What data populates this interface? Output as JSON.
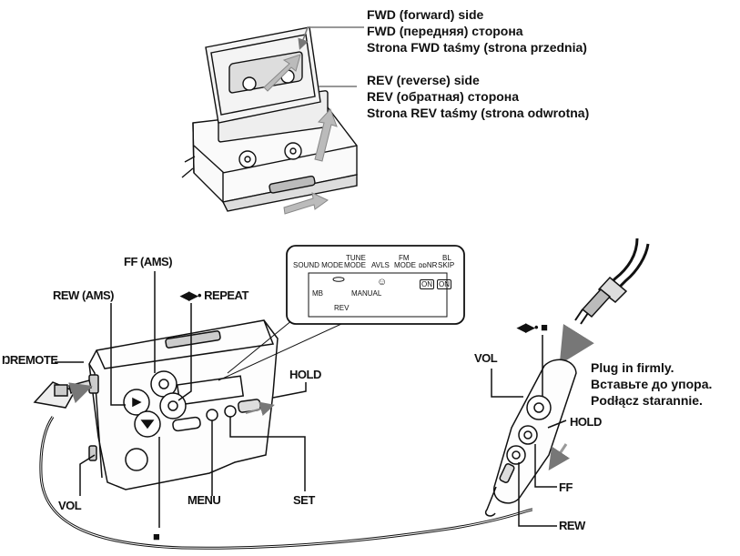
{
  "top_labels": {
    "fwd_side": [
      "FWD (forward) side",
      "FWD (передняя) сторона",
      "Strona FWD taśmy (strona przednia)"
    ],
    "rev_side": [
      "REV (reverse) side",
      "REV (обратная) сторона",
      "Strona REV taśmy (strona odwrotna)"
    ]
  },
  "player_labels": {
    "ff_ams": "FF (AMS)",
    "rew_ams": "REW (AMS)",
    "play_repeat": "◀▶• REPEAT",
    "remote": "ŊREMOTE",
    "hold": "HOLD",
    "vol": "VOL",
    "menu": "MENU",
    "set": "SET",
    "stop": "■"
  },
  "display_panel": {
    "sound_mode": "SOUND MODE",
    "tune_mode": [
      "TUNE",
      "MODE"
    ],
    "avls": "AVLS",
    "fm_mode": [
      "FM",
      "MODE"
    ],
    "nr": "ᴅᴅNR",
    "bl_skip": [
      "BL",
      "SKIP"
    ],
    "mb": "MB",
    "manual": "MANUAL",
    "smiley": "☺",
    "on1": "ON",
    "on2": "ON",
    "rev": "REV"
  },
  "remote_labels": {
    "play_stop": "◀▶• ■",
    "vol": "VOL",
    "hold": "HOLD",
    "ff": "FF",
    "rew": "REW",
    "plug_in": [
      "Plug in firmly.",
      "Вставьте до упора.",
      "Podłącz starannie."
    ]
  }
}
